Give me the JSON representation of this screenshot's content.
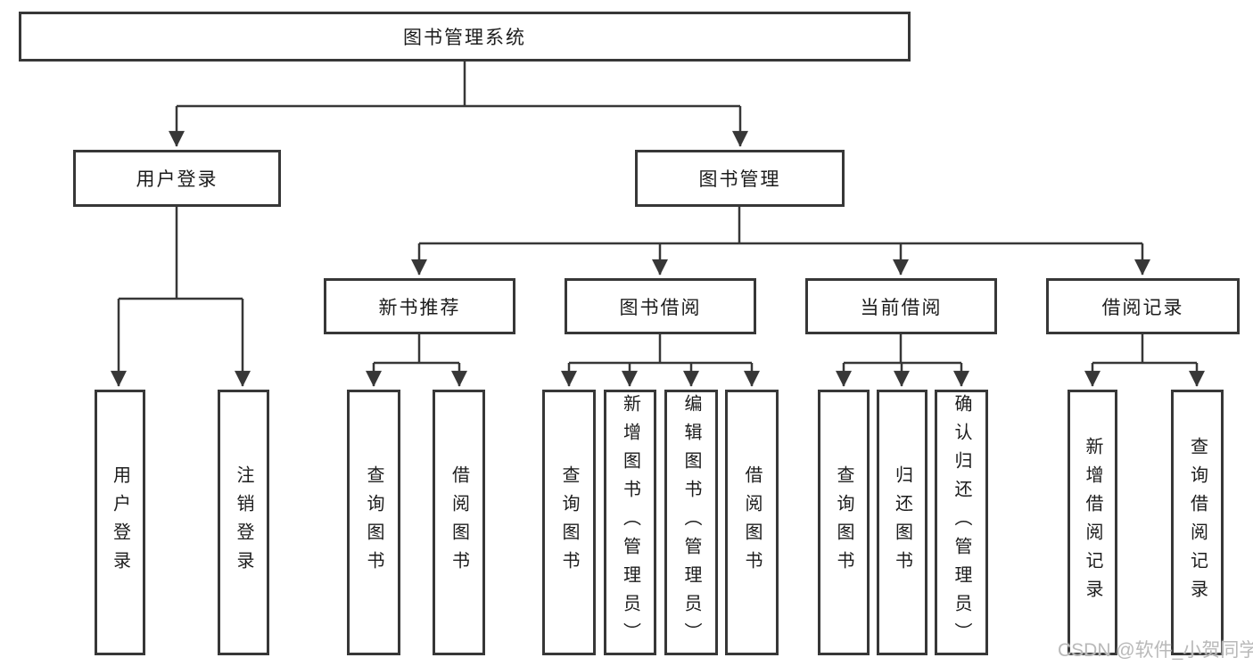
{
  "tree": {
    "root": "图书管理系统",
    "branches": [
      {
        "label": "用户登录",
        "children": [
          "用户登录",
          "注销登录"
        ]
      },
      {
        "label": "图书管理",
        "groups": [
          {
            "label": "新书推荐",
            "children": [
              "查询图书",
              "借阅图书"
            ]
          },
          {
            "label": "图书借阅",
            "children": [
              "查询图书",
              "新增图书（管理员）",
              "编辑图书（管理员）",
              "借阅图书"
            ]
          },
          {
            "label": "当前借阅",
            "children": [
              "查询图书",
              "归还图书",
              "确认归还（管理员）"
            ]
          },
          {
            "label": "借阅记录",
            "children": [
              "新增借阅记录",
              "查询借阅记录"
            ]
          }
        ]
      }
    ]
  },
  "watermark": "CSDN @软件_小贺同学",
  "colors": {
    "line": "#373737",
    "box_border": "#373737",
    "text": "#1c1c1c",
    "background": "#ffffff",
    "watermark": "#b9b9b9"
  }
}
